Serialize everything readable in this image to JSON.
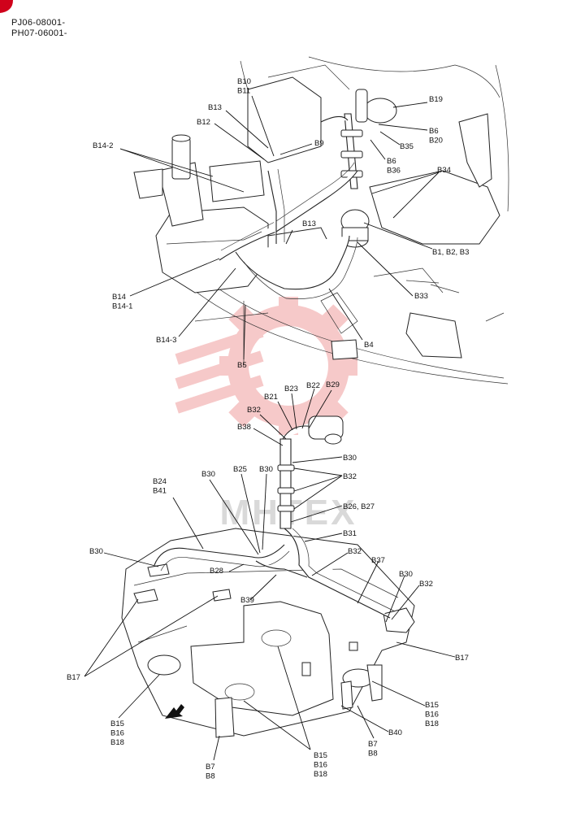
{
  "header": {
    "serials": [
      "PJ06-08001-",
      "PH07-06001-"
    ],
    "corner_mark_color": "#d0021b"
  },
  "watermark": {
    "text": "MHTEX",
    "gear_color": "#f4b8b8",
    "text_color": "#d9d9d9"
  },
  "upper_view": {
    "callouts": [
      {
        "id": "b10",
        "lines": [
          "B10",
          "B11"
        ]
      },
      {
        "id": "b13a",
        "lines": [
          "B13"
        ]
      },
      {
        "id": "b12",
        "lines": [
          "B12"
        ]
      },
      {
        "id": "b14-2",
        "lines": [
          "B14-2"
        ]
      },
      {
        "id": "b9",
        "lines": [
          "B9"
        ]
      },
      {
        "id": "b19",
        "lines": [
          "B19"
        ]
      },
      {
        "id": "b6a",
        "lines": [
          "B6",
          "B20"
        ]
      },
      {
        "id": "b35",
        "lines": [
          "B35"
        ]
      },
      {
        "id": "b6b",
        "lines": [
          "B6",
          "B36"
        ]
      },
      {
        "id": "b34",
        "lines": [
          "B34"
        ]
      },
      {
        "id": "b13b",
        "lines": [
          "B13"
        ]
      },
      {
        "id": "b1",
        "lines": [
          "B1, B2, B3"
        ]
      },
      {
        "id": "b33",
        "lines": [
          "B33"
        ]
      },
      {
        "id": "b14",
        "lines": [
          "B14",
          "B14-1"
        ]
      },
      {
        "id": "b14-3",
        "lines": [
          "B14-3"
        ]
      },
      {
        "id": "b5",
        "lines": [
          "B5"
        ]
      },
      {
        "id": "b4",
        "lines": [
          "B4"
        ]
      }
    ]
  },
  "lower_view": {
    "callouts": [
      {
        "id": "b23",
        "lines": [
          "B23"
        ]
      },
      {
        "id": "b22",
        "lines": [
          "B22"
        ]
      },
      {
        "id": "b29",
        "lines": [
          "B29"
        ]
      },
      {
        "id": "b21",
        "lines": [
          "B21"
        ]
      },
      {
        "id": "b32a",
        "lines": [
          "B32"
        ]
      },
      {
        "id": "b38",
        "lines": [
          "B38"
        ]
      },
      {
        "id": "b30a",
        "lines": [
          "B30"
        ]
      },
      {
        "id": "b32b",
        "lines": [
          "B32"
        ]
      },
      {
        "id": "b24",
        "lines": [
          "B24",
          "B41"
        ]
      },
      {
        "id": "b30b",
        "lines": [
          "B30"
        ]
      },
      {
        "id": "b25",
        "lines": [
          "B25"
        ]
      },
      {
        "id": "b30c",
        "lines": [
          "B30"
        ]
      },
      {
        "id": "b26",
        "lines": [
          "B26, B27"
        ]
      },
      {
        "id": "b31",
        "lines": [
          "B31"
        ]
      },
      {
        "id": "b30d",
        "lines": [
          "B30"
        ]
      },
      {
        "id": "b32c",
        "lines": [
          "B32"
        ]
      },
      {
        "id": "b37",
        "lines": [
          "B37"
        ]
      },
      {
        "id": "b28",
        "lines": [
          "B28"
        ]
      },
      {
        "id": "b30e",
        "lines": [
          "B30"
        ]
      },
      {
        "id": "b32d",
        "lines": [
          "B32"
        ]
      },
      {
        "id": "b39",
        "lines": [
          "B39"
        ]
      },
      {
        "id": "b17a",
        "lines": [
          "B17"
        ]
      },
      {
        "id": "b17b",
        "lines": [
          "B17"
        ]
      },
      {
        "id": "b15a",
        "lines": [
          "B15",
          "B16",
          "B18"
        ]
      },
      {
        "id": "b15b",
        "lines": [
          "B15",
          "B16",
          "B18"
        ]
      },
      {
        "id": "b40",
        "lines": [
          "B40"
        ]
      },
      {
        "id": "b7a",
        "lines": [
          "B7",
          "B8"
        ]
      },
      {
        "id": "b7b",
        "lines": [
          "B7",
          "B8"
        ]
      },
      {
        "id": "b15c",
        "lines": [
          "B15",
          "B16",
          "B18"
        ]
      }
    ]
  }
}
